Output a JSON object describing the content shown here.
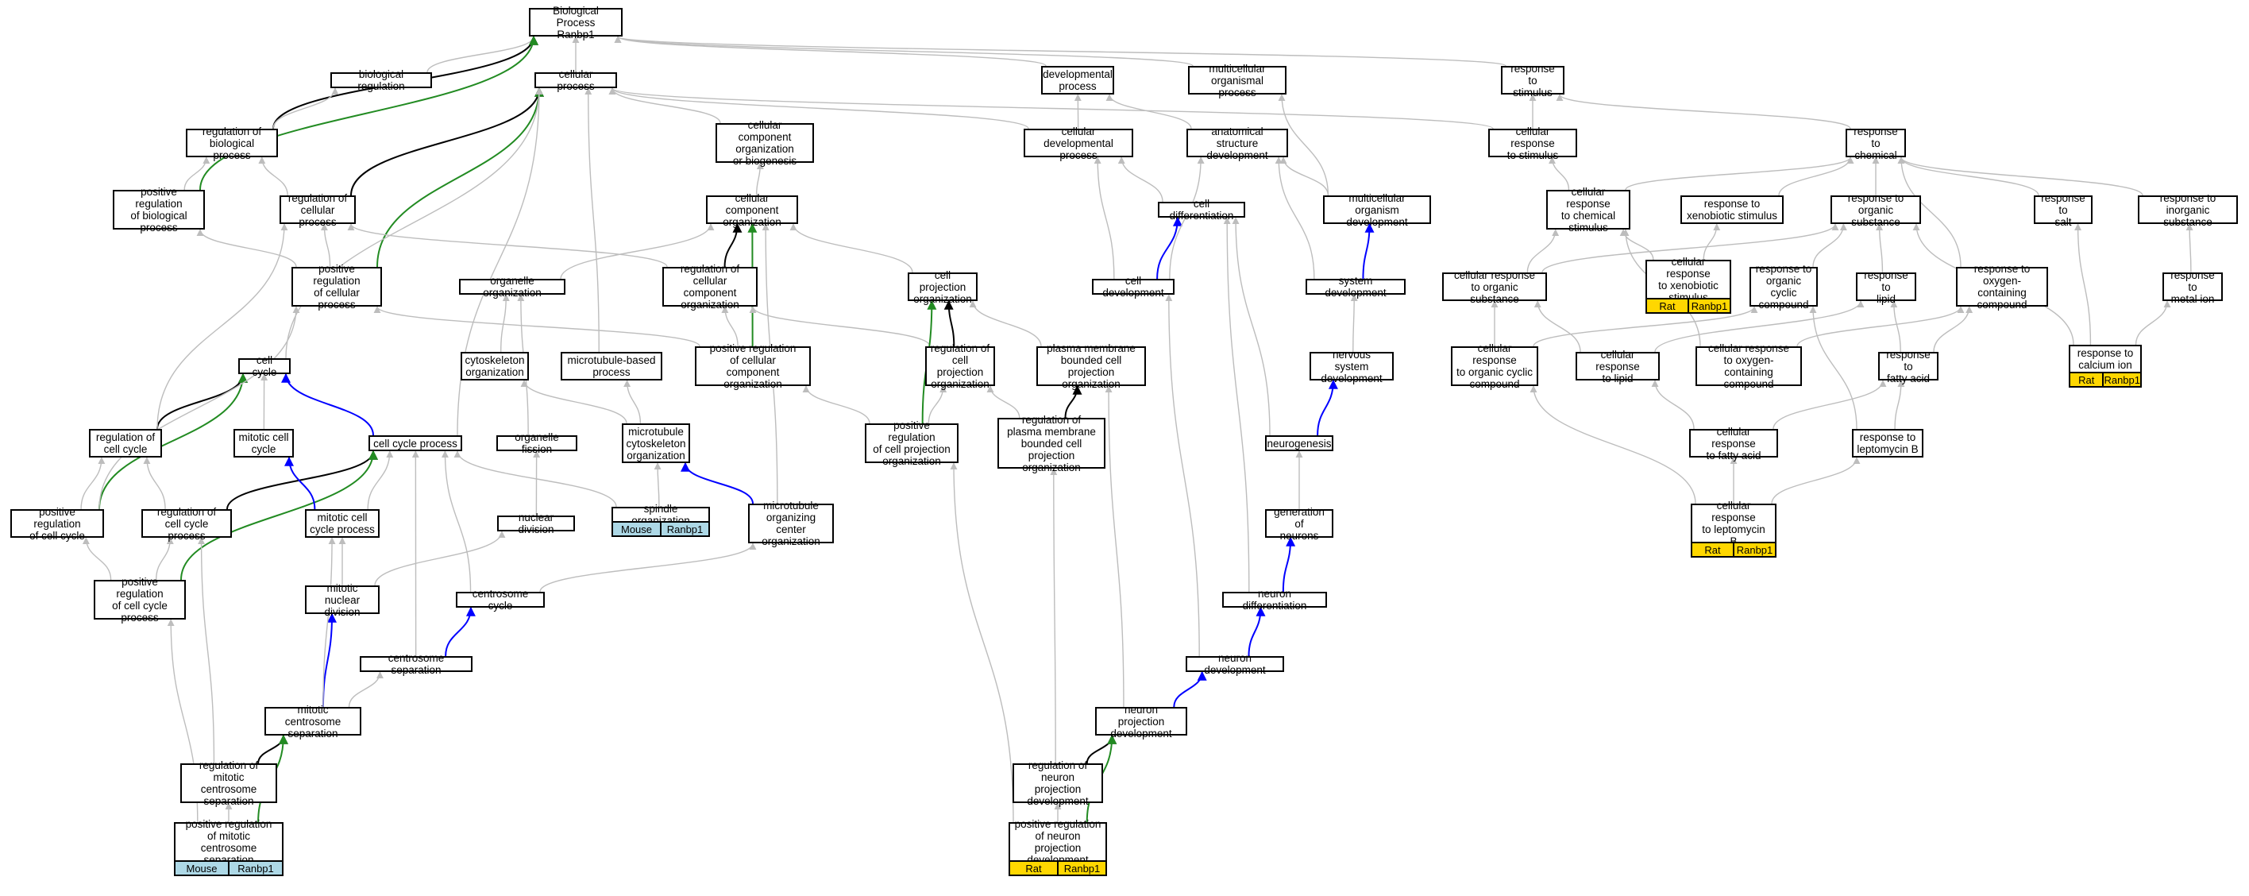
{
  "colors": {
    "gray": "#bdbdbd",
    "black": "#000000",
    "green": "#228B22",
    "blue": "#0000ff",
    "mouse_bg": "#add8e6",
    "rat_bg": "#ffd700"
  },
  "nodes": [
    {
      "id": "bp",
      "text": "Biological Process\nRanbp1"
    },
    {
      "id": "bioreg",
      "text": "biological regulation"
    },
    {
      "id": "cellproc",
      "text": "cellular process"
    },
    {
      "id": "devproc",
      "text": "developmental\nprocess"
    },
    {
      "id": "multiorg",
      "text": "multicellular\norganismal process"
    },
    {
      "id": "respstim",
      "text": "response to\nstimulus"
    },
    {
      "id": "regbio",
      "text": "regulation of\nbiological process"
    },
    {
      "id": "ccorgbio",
      "text": "cellular component\norganization\nor biogenesis"
    },
    {
      "id": "celldevproc",
      "text": "cellular developmental\nprocess"
    },
    {
      "id": "anatdev",
      "text": "anatomical structure\ndevelopment"
    },
    {
      "id": "cellrespstim",
      "text": "cellular response\nto stimulus"
    },
    {
      "id": "respchem",
      "text": "response to\nchemical"
    },
    {
      "id": "posregbio",
      "text": "positive regulation\nof biological\nprocess"
    },
    {
      "id": "regcell",
      "text": "regulation of\ncellular process"
    },
    {
      "id": "ccorg",
      "text": "cellular component\norganization"
    },
    {
      "id": "celldiff",
      "text": "cell differentiation"
    },
    {
      "id": "multidev",
      "text": "multicellular\norganism development"
    },
    {
      "id": "cellrespchem",
      "text": "cellular response\nto chemical\nstimulus"
    },
    {
      "id": "respxeno",
      "text": "response to\nxenobiotic stimulus"
    },
    {
      "id": "resporgsub",
      "text": "response to\norganic substance"
    },
    {
      "id": "respsalt",
      "text": "response to\nsalt"
    },
    {
      "id": "respinorg",
      "text": "response to\ninorganic substance"
    },
    {
      "id": "posregcell",
      "text": "positive regulation\nof cellular\nprocess"
    },
    {
      "id": "orgorg",
      "text": "organelle organization"
    },
    {
      "id": "regccorg",
      "text": "regulation of\ncellular component\norganization"
    },
    {
      "id": "cellproj",
      "text": "cell projection\norganization"
    },
    {
      "id": "celldev",
      "text": "cell development"
    },
    {
      "id": "sysdev",
      "text": "system development"
    },
    {
      "id": "cellxeno",
      "text": "cellular response\nto xenobiotic\nstimulus"
    },
    {
      "id": "cellorgsub",
      "text": "cellular response\nto organic substance"
    },
    {
      "id": "resporgcyc",
      "text": "response to\norganic cyclic\ncompound"
    },
    {
      "id": "resplipid",
      "text": "response to\nlipid"
    },
    {
      "id": "respoxy",
      "text": "response to\noxygen-containing\ncompound"
    },
    {
      "id": "respmetal",
      "text": "response to\nmetal ion"
    },
    {
      "id": "cellcycle",
      "text": "cell cycle"
    },
    {
      "id": "cytoorg",
      "text": "cytoskeleton\norganization"
    },
    {
      "id": "mtbased",
      "text": "microtubule-based\nprocess"
    },
    {
      "id": "posregccorg",
      "text": "positive regulation\nof cellular\ncomponent organization"
    },
    {
      "id": "regcellproj",
      "text": "regulation of\ncell projection\norganization"
    },
    {
      "id": "pmbound",
      "text": "plasma membrane\nbounded cell\nprojection organization"
    },
    {
      "id": "nervdev",
      "text": "nervous system\ndevelopment"
    },
    {
      "id": "cellorgcyc",
      "text": "cellular response\nto organic cyclic\ncompound"
    },
    {
      "id": "celllipid",
      "text": "cellular response\nto lipid"
    },
    {
      "id": "celloxy",
      "text": "cellular response\nto oxygen-containing\ncompound"
    },
    {
      "id": "respfatty",
      "text": "response to\nfatty acid"
    },
    {
      "id": "respcalcium",
      "text": "response to\ncalcium ion"
    },
    {
      "id": "regcellcycle",
      "text": "regulation of\ncell cycle"
    },
    {
      "id": "mitcellcycle",
      "text": "mitotic cell\ncycle"
    },
    {
      "id": "cellcycleproc",
      "text": "cell cycle process"
    },
    {
      "id": "orgfission",
      "text": "organelle fission"
    },
    {
      "id": "mtcytoorg",
      "text": "microtubule\ncytoskeleton\norganization"
    },
    {
      "id": "posregcellproj",
      "text": "positive regulation\nof cell projection\norganization"
    },
    {
      "id": "regpm",
      "text": "regulation of\nplasma membrane\nbounded cell\nprojection organization"
    },
    {
      "id": "neurogen",
      "text": "neurogenesis"
    },
    {
      "id": "cellfatty",
      "text": "cellular response\nto fatty acid"
    },
    {
      "id": "respleptoB",
      "text": "response to\nleptomycin B"
    },
    {
      "id": "posregcellcycle",
      "text": "positive regulation\nof cell cycle"
    },
    {
      "id": "regccproc",
      "text": "regulation of\ncell cycle process"
    },
    {
      "id": "mitccproc",
      "text": "mitotic cell\ncycle process"
    },
    {
      "id": "nucdiv",
      "text": "nuclear division"
    },
    {
      "id": "spindle",
      "text": "spindle organization"
    },
    {
      "id": "mtoc",
      "text": "microtubule\norganizing center\norganization"
    },
    {
      "id": "genneur",
      "text": "generation of\nneurons"
    },
    {
      "id": "cellleptoB",
      "text": "cellular response\nto leptomycin\nB"
    },
    {
      "id": "posregccproc",
      "text": "positive regulation\nof cell cycle\nprocess"
    },
    {
      "id": "mitnucdiv",
      "text": "mitotic nuclear\ndivision"
    },
    {
      "id": "centcycle",
      "text": "centrosome cycle"
    },
    {
      "id": "neurdiff",
      "text": "neuron differentiation"
    },
    {
      "id": "centsep",
      "text": "centrosome separation"
    },
    {
      "id": "neurdev",
      "text": "neuron development"
    },
    {
      "id": "mitcentsep",
      "text": "mitotic centrosome\nseparation"
    },
    {
      "id": "neurprojdev",
      "text": "neuron projection\ndevelopment"
    },
    {
      "id": "regmitcent",
      "text": "regulation of\nmitotic centrosome\nseparation"
    },
    {
      "id": "regneurproj",
      "text": "regulation of\nneuron projection\ndevelopment"
    },
    {
      "id": "posregmitcent",
      "text": "positive regulation\nof mitotic centrosome\nseparation"
    },
    {
      "id": "posregneurproj",
      "text": "positive regulation\nof neuron projection\ndevelopment"
    }
  ],
  "annotations": [
    {
      "id": "a_spindle",
      "node": "spindle",
      "species": "Mouse",
      "gene": "Ranbp1",
      "color": "mouse"
    },
    {
      "id": "a_posregmitcent",
      "node": "posregmitcent",
      "species": "Mouse",
      "gene": "Ranbp1",
      "color": "mouse"
    },
    {
      "id": "a_posregneurproj",
      "node": "posregneurproj",
      "species": "Rat",
      "gene": "Ranbp1",
      "color": "rat"
    },
    {
      "id": "a_cellxeno",
      "node": "cellxeno",
      "species": "Rat",
      "gene": "Ranbp1",
      "color": "rat"
    },
    {
      "id": "a_respcalcium",
      "node": "respcalcium",
      "species": "Rat",
      "gene": "Ranbp1",
      "color": "rat"
    },
    {
      "id": "a_cellleptoB",
      "node": "cellleptoB",
      "species": "Rat",
      "gene": "Ranbp1",
      "color": "rat"
    }
  ],
  "edges": [
    [
      "bioreg",
      "bp",
      "gray"
    ],
    [
      "cellproc",
      "bp",
      "gray"
    ],
    [
      "devproc",
      "bp",
      "gray"
    ],
    [
      "multiorg",
      "bp",
      "gray"
    ],
    [
      "respstim",
      "bp",
      "gray"
    ],
    [
      "regbio",
      "bp",
      "black"
    ],
    [
      "posregbio",
      "bp",
      "green"
    ],
    [
      "regbio",
      "bioreg",
      "gray"
    ],
    [
      "posregbio",
      "regbio",
      "gray"
    ],
    [
      "regcell",
      "regbio",
      "gray"
    ],
    [
      "regcell",
      "cellproc",
      "black"
    ],
    [
      "posregcell",
      "cellproc",
      "green"
    ],
    [
      "posregcell",
      "posregbio",
      "gray"
    ],
    [
      "posregcell",
      "regcell",
      "gray"
    ],
    [
      "ccorgbio",
      "cellproc",
      "gray"
    ],
    [
      "ccorg",
      "ccorgbio",
      "gray"
    ],
    [
      "celldevproc",
      "cellproc",
      "gray"
    ],
    [
      "celldevproc",
      "devproc",
      "gray"
    ],
    [
      "anatdev",
      "devproc",
      "gray"
    ],
    [
      "multidev",
      "multiorg",
      "gray"
    ],
    [
      "multidev",
      "anatdev",
      "gray"
    ],
    [
      "cellrespstim",
      "cellproc",
      "gray"
    ],
    [
      "cellrespstim",
      "respstim",
      "gray"
    ],
    [
      "respchem",
      "respstim",
      "gray"
    ],
    [
      "cellrespchem",
      "cellrespstim",
      "gray"
    ],
    [
      "cellrespchem",
      "respchem",
      "gray"
    ],
    [
      "respxeno",
      "respchem",
      "gray"
    ],
    [
      "resporgsub",
      "respchem",
      "gray"
    ],
    [
      "respsalt",
      "respchem",
      "gray"
    ],
    [
      "respinorg",
      "respchem",
      "gray"
    ],
    [
      "respoxy",
      "respchem",
      "gray"
    ],
    [
      "cellxeno",
      "respxeno",
      "gray"
    ],
    [
      "cellxeno",
      "cellrespchem",
      "gray"
    ],
    [
      "cellorgsub",
      "cellrespchem",
      "gray"
    ],
    [
      "cellorgsub",
      "resporgsub",
      "gray"
    ],
    [
      "resporgcyc",
      "resporgsub",
      "gray"
    ],
    [
      "resplipid",
      "resporgsub",
      "gray"
    ],
    [
      "respmetal",
      "respinorg",
      "gray"
    ],
    [
      "cellorgcyc",
      "cellorgsub",
      "gray"
    ],
    [
      "cellorgcyc",
      "resporgcyc",
      "gray"
    ],
    [
      "celllipid",
      "cellorgsub",
      "gray"
    ],
    [
      "celllipid",
      "resplipid",
      "gray"
    ],
    [
      "celloxy",
      "cellrespchem",
      "gray"
    ],
    [
      "celloxy",
      "respoxy",
      "gray"
    ],
    [
      "respfatty",
      "resplipid",
      "gray"
    ],
    [
      "respfatty",
      "respoxy",
      "gray"
    ],
    [
      "respcalcium",
      "respsalt",
      "gray"
    ],
    [
      "respcalcium",
      "respmetal",
      "gray"
    ],
    [
      "respcalcium",
      "resporgsub",
      "gray"
    ],
    [
      "cellfatty",
      "celllipid",
      "gray"
    ],
    [
      "cellfatty",
      "respfatty",
      "gray"
    ],
    [
      "respleptoB",
      "resporgcyc",
      "gray"
    ],
    [
      "respleptoB",
      "respfatty",
      "gray"
    ],
    [
      "cellleptoB",
      "cellorgcyc",
      "gray"
    ],
    [
      "cellleptoB",
      "respleptoB",
      "gray"
    ],
    [
      "cellleptoB",
      "cellfatty",
      "gray"
    ],
    [
      "celldiff",
      "celldevproc",
      "gray"
    ],
    [
      "celldev",
      "celldevproc",
      "gray"
    ],
    [
      "celldev",
      "celldiff",
      "blue"
    ],
    [
      "celldev",
      "anatdev",
      "gray"
    ],
    [
      "sysdev",
      "multidev",
      "blue"
    ],
    [
      "sysdev",
      "anatdev",
      "gray"
    ],
    [
      "nervdev",
      "sysdev",
      "gray"
    ],
    [
      "neurogen",
      "nervdev",
      "blue"
    ],
    [
      "neurogen",
      "celldiff",
      "gray"
    ],
    [
      "genneur",
      "neurogen",
      "gray"
    ],
    [
      "neurdiff",
      "genneur",
      "blue"
    ],
    [
      "neurdiff",
      "celldiff",
      "gray"
    ],
    [
      "neurdev",
      "neurdiff",
      "blue"
    ],
    [
      "neurdev",
      "celldev",
      "gray"
    ],
    [
      "neurprojdev",
      "neurdev",
      "blue"
    ],
    [
      "neurprojdev",
      "pmbound",
      "gray"
    ],
    [
      "regneurproj",
      "neurprojdev",
      "black"
    ],
    [
      "regneurproj",
      "regpm",
      "gray"
    ],
    [
      "posregneurproj",
      "regneurproj",
      "gray"
    ],
    [
      "posregneurproj",
      "neurprojdev",
      "green"
    ],
    [
      "posregneurproj",
      "posregcellproj",
      "gray"
    ],
    [
      "orgorg",
      "ccorg",
      "gray"
    ],
    [
      "regccorg",
      "ccorg",
      "black"
    ],
    [
      "regccorg",
      "regcell",
      "gray"
    ],
    [
      "posregccorg",
      "ccorg",
      "green"
    ],
    [
      "posregccorg",
      "regccorg",
      "gray"
    ],
    [
      "posregccorg",
      "posregcell",
      "gray"
    ],
    [
      "cellproj",
      "ccorg",
      "gray"
    ],
    [
      "regcellproj",
      "cellproj",
      "black"
    ],
    [
      "regcellproj",
      "regccorg",
      "gray"
    ],
    [
      "posregcellproj",
      "cellproj",
      "green"
    ],
    [
      "posregcellproj",
      "regcellproj",
      "gray"
    ],
    [
      "posregcellproj",
      "posregccorg",
      "gray"
    ],
    [
      "pmbound",
      "cellproj",
      "gray"
    ],
    [
      "regpm",
      "pmbound",
      "black"
    ],
    [
      "regpm",
      "regcellproj",
      "gray"
    ],
    [
      "cellcycle",
      "cellproc",
      "gray"
    ],
    [
      "regcellcycle",
      "cellcycle",
      "black"
    ],
    [
      "regcellcycle",
      "regcell",
      "gray"
    ],
    [
      "posregcellcycle",
      "cellcycle",
      "green"
    ],
    [
      "posregcellcycle",
      "regcellcycle",
      "gray"
    ],
    [
      "posregcellcycle",
      "posregcell",
      "gray"
    ],
    [
      "mitcellcycle",
      "cellcycle",
      "gray"
    ],
    [
      "cellcycleproc",
      "cellcycle",
      "blue"
    ],
    [
      "cellcycleproc",
      "cellproc",
      "gray"
    ],
    [
      "regccproc",
      "cellcycleproc",
      "black"
    ],
    [
      "regccproc",
      "regcellcycle",
      "gray"
    ],
    [
      "posregccproc",
      "cellcycleproc",
      "green"
    ],
    [
      "posregccproc",
      "regccproc",
      "gray"
    ],
    [
      "posregccproc",
      "posregcellcycle",
      "gray"
    ],
    [
      "mitccproc",
      "mitcellcycle",
      "blue"
    ],
    [
      "mitccproc",
      "cellcycleproc",
      "gray"
    ],
    [
      "cytoorg",
      "orgorg",
      "gray"
    ],
    [
      "mtbased",
      "cellproc",
      "gray"
    ],
    [
      "mtcytoorg",
      "cytoorg",
      "gray"
    ],
    [
      "mtcytoorg",
      "mtbased",
      "gray"
    ],
    [
      "orgfission",
      "orgorg",
      "gray"
    ],
    [
      "nucdiv",
      "orgfission",
      "gray"
    ],
    [
      "spindle",
      "mtcytoorg",
      "gray"
    ],
    [
      "spindle",
      "cellcycleproc",
      "gray"
    ],
    [
      "mtoc",
      "mtcytoorg",
      "blue"
    ],
    [
      "mtoc",
      "ccorg",
      "gray"
    ],
    [
      "mitnucdiv",
      "nucdiv",
      "gray"
    ],
    [
      "mitnucdiv",
      "mitccproc",
      "gray"
    ],
    [
      "centcycle",
      "mtoc",
      "gray"
    ],
    [
      "centcycle",
      "cellcycleproc",
      "gray"
    ],
    [
      "centsep",
      "centcycle",
      "blue"
    ],
    [
      "centsep",
      "cellcycleproc",
      "gray"
    ],
    [
      "mitcentsep",
      "mitnucdiv",
      "blue"
    ],
    [
      "mitcentsep",
      "centsep",
      "gray"
    ],
    [
      "mitcentsep",
      "mitccproc",
      "gray"
    ],
    [
      "regmitcent",
      "mitcentsep",
      "black"
    ],
    [
      "regmitcent",
      "regccproc",
      "gray"
    ],
    [
      "posregmitcent",
      "mitcentsep",
      "green"
    ],
    [
      "posregmitcent",
      "regmitcent",
      "gray"
    ],
    [
      "posregmitcent",
      "posregccproc",
      "gray"
    ]
  ]
}
